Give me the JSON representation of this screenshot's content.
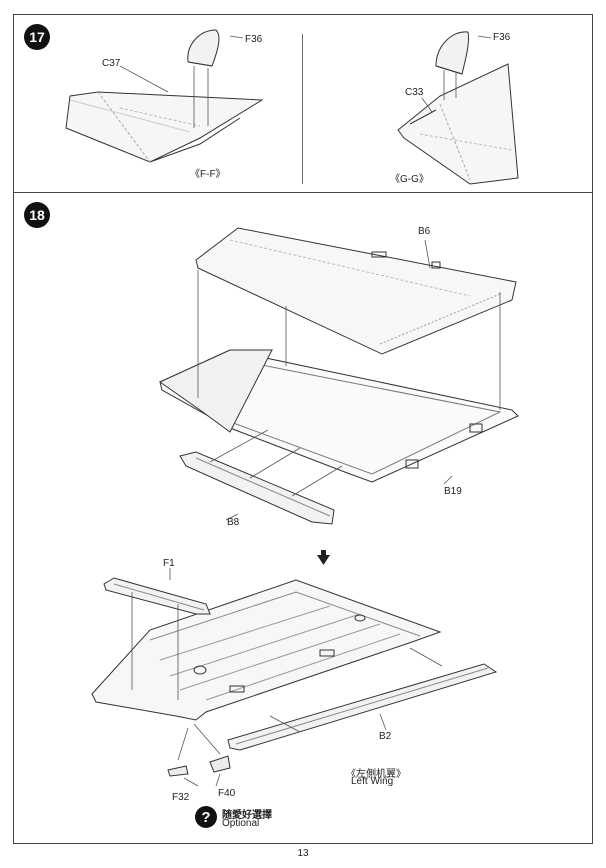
{
  "steps": {
    "s17": "17",
    "s18": "18"
  },
  "labels": {
    "c37": "C37",
    "f36_left": "F36",
    "f36_right": "F36",
    "c33": "C33",
    "b6": "B6",
    "b19": "B19",
    "b8": "B8",
    "f1": "F1",
    "b2": "B2",
    "f32": "F32",
    "f40": "F40"
  },
  "views": {
    "ff": "《F-F》",
    "gg": "《G-G》",
    "left_wing_zh": "《左側机翼》",
    "left_wing_en": "Left Wing"
  },
  "optional": {
    "icon": "?",
    "zh": "随愛好選擇",
    "en": "Optional"
  },
  "page_number": "13"
}
